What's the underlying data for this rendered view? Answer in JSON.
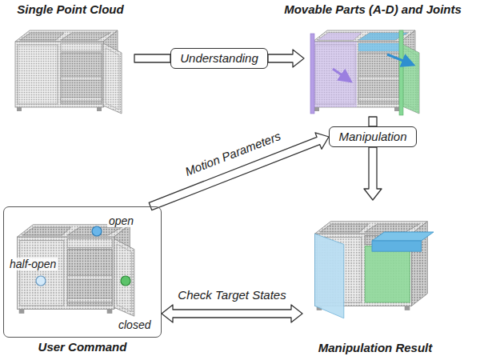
{
  "diagram": {
    "nodes": [
      {
        "text": [
          "Single Point Cloud"
        ]
      },
      {
        "text": [
          "Understanding"
        ]
      },
      {
        "text": [
          "Movable Parts (A-D) and Joints"
        ]
      },
      {
        "text": [
          "Manipulation"
        ]
      },
      {
        "text": [
          "User Command"
        ]
      },
      {
        "text": [
          "Manipulation Result"
        ]
      }
    ],
    "edges": [
      {
        "from": 0,
        "to": 1,
        "arrow": "none"
      },
      {
        "from": 1,
        "to": 2,
        "arrow": "to"
      },
      {
        "from": 2,
        "to": 3,
        "arrow": "none"
      },
      {
        "from": 3,
        "to": 5,
        "arrow": "to"
      },
      {
        "from": 4,
        "to": 3,
        "label": "Motion Parameters",
        "arrow": "to"
      },
      {
        "from": 4,
        "to": 5,
        "label": "Check Target States",
        "arrow": "both"
      }
    ],
    "labels": [
      "open",
      "half-open",
      "closed"
    ]
  }
}
